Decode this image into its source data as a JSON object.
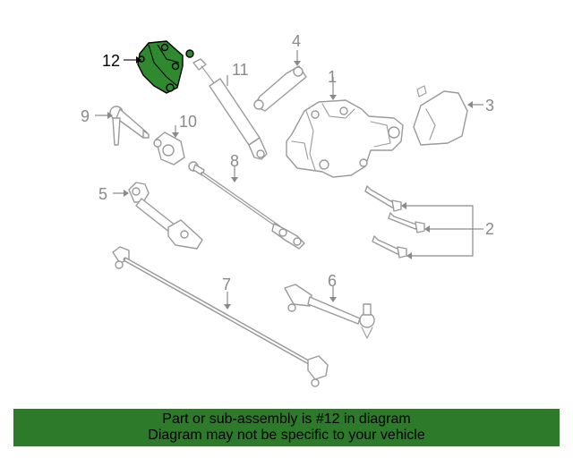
{
  "callouts": {
    "c1": "1",
    "c2": "2",
    "c3": "3",
    "c4": "4",
    "c5": "5",
    "c6": "6",
    "c7": "7",
    "c8": "8",
    "c9": "9",
    "c10": "10",
    "c11": "11",
    "c12": "12"
  },
  "highlight_color": "#2f8a2f",
  "footer": {
    "line1": "Part or sub-assembly is #12 in diagram",
    "line2": "Diagram may not be specific to your vehicle",
    "background_color": "#2c7a2a"
  }
}
